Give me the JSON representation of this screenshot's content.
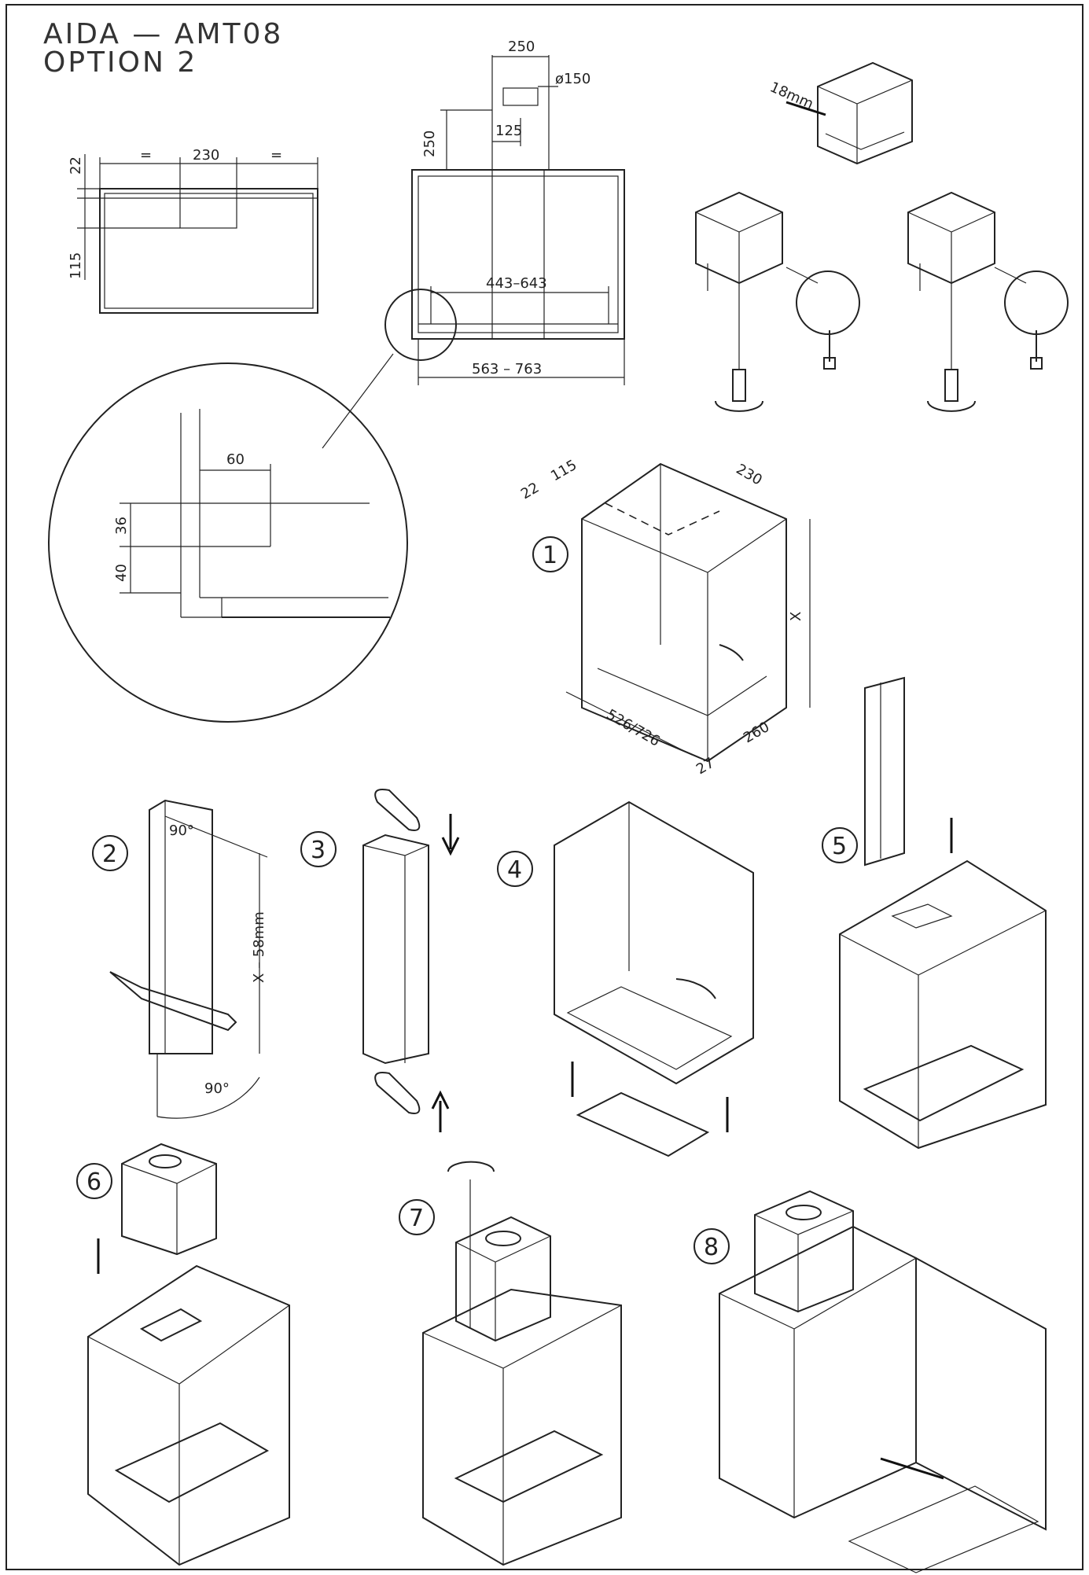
{
  "title": {
    "line1": "AIDA  —  AMT08",
    "line2": "OPTION  2"
  },
  "dimensions": {
    "top_view": {
      "d22": "22",
      "d115": "115",
      "eq_left": "=",
      "d230": "230",
      "eq_right": "="
    },
    "front_view": {
      "d250_top": "250",
      "d150": "ø150",
      "d250_side": "250",
      "d125": "125",
      "d443_643": "443–643",
      "d563_763": "563 – 763"
    },
    "detail": {
      "d60": "60",
      "d36": "36",
      "d40": "40"
    },
    "bracket": {
      "d18mm": "18mm"
    },
    "step1": {
      "d22": "22",
      "d115": "115",
      "d230": "230",
      "dx": "X",
      "d526_726": "526/726",
      "d260": "260",
      "d27": "27"
    },
    "step2": {
      "a90_top": "90°",
      "a90_bottom": "90°",
      "dx58": "X – 58mm"
    }
  },
  "steps": [
    "1",
    "2",
    "3",
    "4",
    "5",
    "6",
    "7",
    "8"
  ],
  "colors": {
    "line": "#222222",
    "background": "#ffffff"
  }
}
